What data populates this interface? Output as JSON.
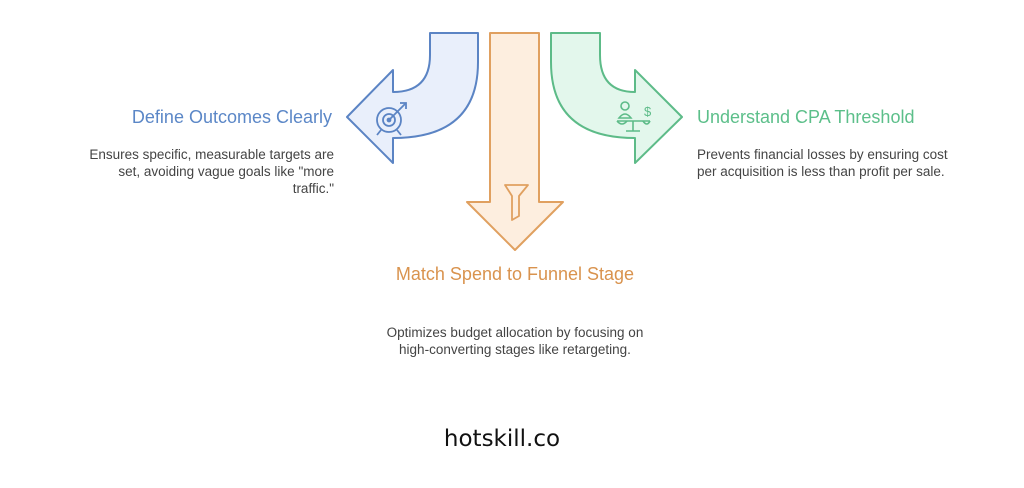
{
  "items": [
    {
      "title": "Define Outcomes Clearly",
      "description": "Ensures specific, measurable targets are set, avoiding vague goals like \"more traffic.\"",
      "icon": "target-icon",
      "color": "#5b87c7"
    },
    {
      "title": "Match Spend to Funnel Stage",
      "description": "Optimizes budget allocation by focusing on high-converting stages like retargeting.",
      "icon": "funnel-icon",
      "color": "#d9934e"
    },
    {
      "title": "Understand CPA Threshold",
      "description": "Prevents financial losses by ensuring cost per acquisition is less than profit per sale.",
      "icon": "scale-dollar-icon",
      "color": "#5cbf8a"
    }
  ],
  "brand": "hotskill.co"
}
